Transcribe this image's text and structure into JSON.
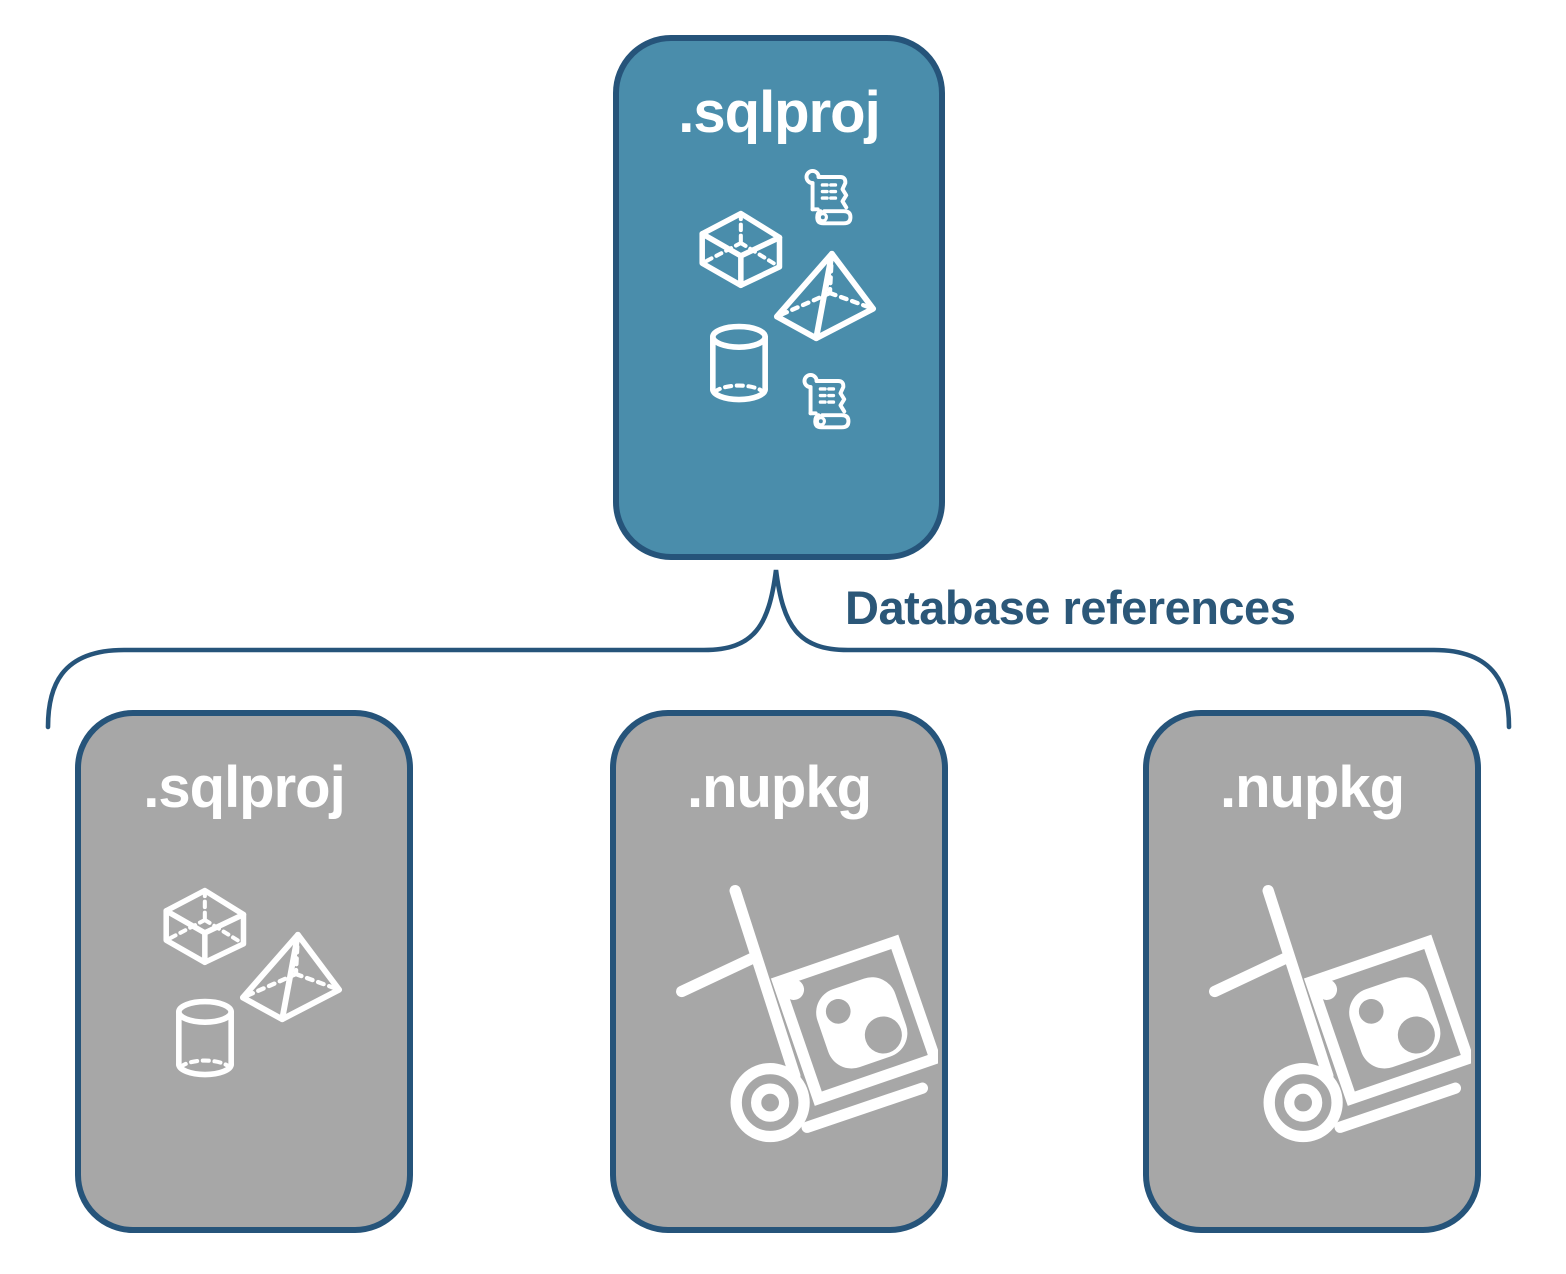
{
  "diagram": {
    "title_hint": "sqlproj database references diagram",
    "root_card": {
      "label": ".sqlproj",
      "icons": [
        "script-scroll-icon",
        "cube-icon",
        "pyramid-icon",
        "database-cylinder-icon",
        "script-scroll-icon"
      ]
    },
    "connector": {
      "label": "Database references"
    },
    "child_cards": [
      {
        "label": ".sqlproj",
        "icons": [
          "cube-icon",
          "pyramid-icon",
          "database-cylinder-icon"
        ]
      },
      {
        "label": ".nupkg",
        "icons": [
          "nuget-package-handtruck-icon"
        ]
      },
      {
        "label": ".nupkg",
        "icons": [
          "nuget-package-handtruck-icon"
        ]
      }
    ],
    "colors": {
      "accent_teal": "#4A8DAB",
      "card_gray": "#A7A7A7",
      "outline_navy": "#26547A",
      "label_navy": "#2B5778",
      "icon_white": "#FFFFFF"
    }
  }
}
